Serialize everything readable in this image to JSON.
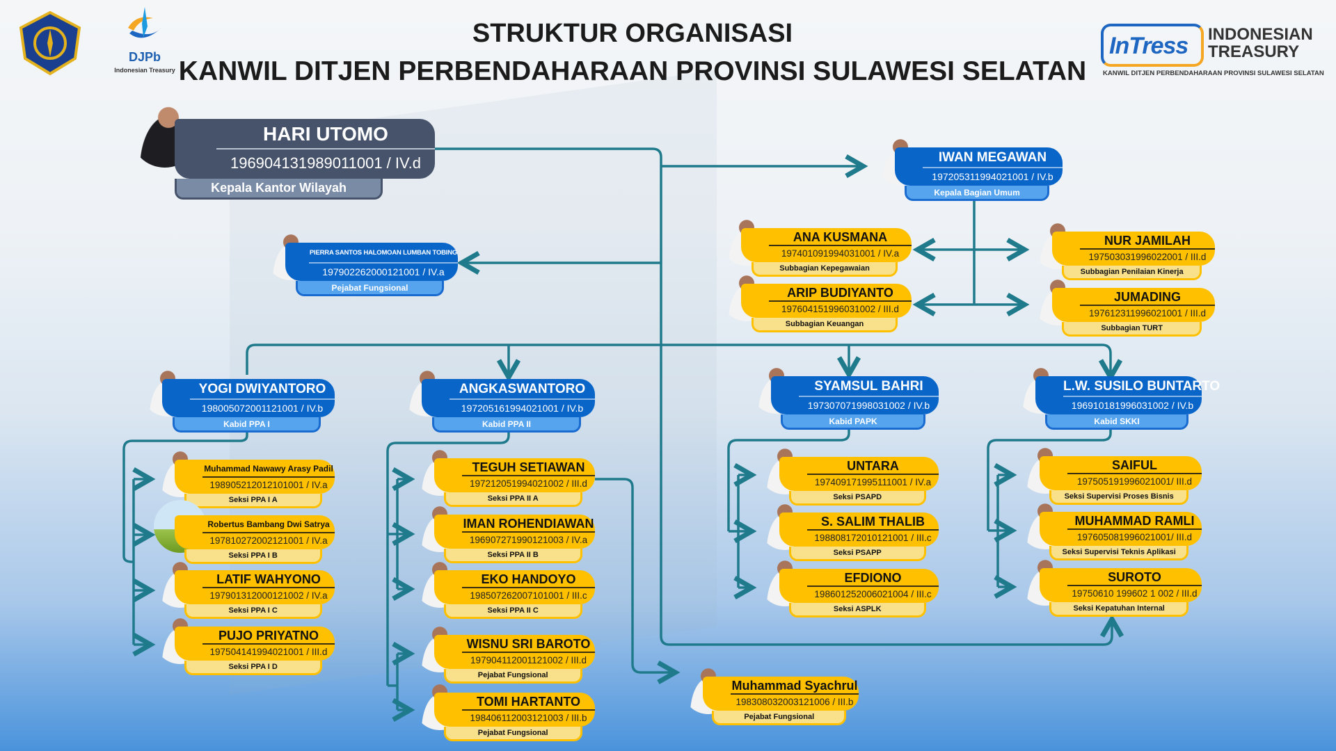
{
  "header": {
    "title_line1": "STRUKTUR ORGANISASI",
    "title_line2": "KANWIL DITJEN PERBENDAHARAAN PROVINSI SULAWESI SELATAN"
  },
  "logos": {
    "djpb_text": "DJPb",
    "djpb_sub": "Indonesian Treasury",
    "intress_text": "InTress",
    "intress_title1": "INDONESIAN",
    "intress_title2": "TREASURY",
    "intress_sub": "KANWIL DITJEN  PERBENDAHARAAN  PROVINSI  SULAWESI SELATAN"
  },
  "colors": {
    "yellow": "#ffc000",
    "blue": "#0a65c9",
    "head": "#46536a",
    "connector": "#1f7a8c"
  },
  "people": [
    {
      "id": "hari",
      "style": "head",
      "name": "HARI UTOMO",
      "nip": "196904131989011001 / IV.d",
      "position": "Kepala Kantor Wilayah"
    },
    {
      "id": "pierra",
      "style": "blue",
      "size": "tiny",
      "name": "PIERRA SANTOS HALOMOAN LUMBAN TOBING",
      "nip": "197902262000121001 / IV.a",
      "position": "Pejabat Fungsional"
    },
    {
      "id": "iwan",
      "style": "blue",
      "name": "IWAN MEGAWAN",
      "nip": "197205311994021001 / IV.b",
      "position": "Kepala Bagian Umum"
    },
    {
      "id": "ana",
      "style": "yellow",
      "name": "ANA KUSMANA",
      "nip": "197401091994031001 / IV.a",
      "position": "Subbagian Kepegawaian"
    },
    {
      "id": "arip",
      "style": "yellow",
      "name": "ARIP BUDIYANTO",
      "nip": "197604151996031002 / III.d",
      "position": "Subbagian Keuangan"
    },
    {
      "id": "nur",
      "style": "yellow",
      "name": "NUR JAMILAH",
      "nip": "197503031996022001 / III.d",
      "position": "Subbagian Penilaian Kinerja"
    },
    {
      "id": "jumading",
      "style": "yellow",
      "name": "JUMADING",
      "nip": "197612311996021001 / III.d",
      "position": "Subbagian TURT"
    },
    {
      "id": "yogi",
      "style": "blue",
      "name": "YOGI DWIYANTORO",
      "nip": "198005072001121001 / IV.b",
      "position": "Kabid PPA I"
    },
    {
      "id": "angka",
      "style": "blue",
      "name": "ANGKASWANTORO",
      "nip": "197205161994021001 / IV.b",
      "position": "Kabid PPA II"
    },
    {
      "id": "syamsul",
      "style": "blue",
      "name": "SYAMSUL BAHRI",
      "nip": "197307071998031002 / IV.b",
      "position": "Kabid PAPK"
    },
    {
      "id": "susilo",
      "style": "blue",
      "name": "L.W. SUSILO BUNTARTO",
      "nip": "196910181996031002 / IV.b",
      "position": "Kabid SKKI"
    },
    {
      "id": "nawawy",
      "style": "yellow",
      "size": "small",
      "name": "Muhammad Nawawy Arasy Padil",
      "nip": "198905212012101001 / IV.a",
      "position": "Seksi PPA I A"
    },
    {
      "id": "robertus",
      "style": "yellow",
      "size": "small",
      "photo": "blank",
      "name": "Robertus Bambang Dwi Satrya",
      "nip": "197810272002121001 / IV.a",
      "position": "Seksi PPA I B"
    },
    {
      "id": "latif",
      "style": "yellow",
      "name": "LATIF WAHYONO",
      "nip": "197901312000121002 / IV.a",
      "position": "Seksi PPA I C"
    },
    {
      "id": "pujo",
      "style": "yellow",
      "name": "PUJO PRIYATNO",
      "nip": "197504141994021001 / III.d",
      "position": "Seksi PPA I D"
    },
    {
      "id": "teguh",
      "style": "yellow",
      "name": "TEGUH SETIAWAN",
      "nip": "197212051994021002 / III.d",
      "position": "Seksi PPA II A"
    },
    {
      "id": "iman",
      "style": "yellow",
      "name": "IMAN ROHENDIAWAN",
      "nip": "196907271990121003 / IV.a",
      "position": "Seksi PPA II B"
    },
    {
      "id": "eko",
      "style": "yellow",
      "name": "EKO HANDOYO",
      "nip": "198507262007101001 / III.c",
      "position": "Seksi PPA II C"
    },
    {
      "id": "wisnu",
      "style": "yellow",
      "name": "WISNU SRI BAROTO",
      "nip": "197904112001121002 / III.d",
      "position": "Pejabat Fungsional"
    },
    {
      "id": "tomi",
      "style": "yellow",
      "name": "TOMI HARTANTO",
      "nip": "198406112003121003 / III.b",
      "position": "Pejabat Fungsional"
    },
    {
      "id": "untara",
      "style": "yellow",
      "name": "UNTARA",
      "nip": "197409171995111001 / IV.a",
      "position": "Seksi PSAPD"
    },
    {
      "id": "salim",
      "style": "yellow",
      "name": "S. SALIM THALIB",
      "nip": "198808172010121001 / III.c",
      "position": "Seksi PSAPP"
    },
    {
      "id": "efdiono",
      "style": "yellow",
      "name": "EFDIONO",
      "nip": "198601252006021004 / III.c",
      "position": "Seksi ASPLK"
    },
    {
      "id": "saiful",
      "style": "yellow",
      "name": "SAIFUL",
      "nip": "197505191996021001/ III.d",
      "position": "Seksi Supervisi Proses Bisnis"
    },
    {
      "id": "ramli",
      "style": "yellow",
      "name": "MUHAMMAD RAMLI",
      "nip": "197605081996021001/ III.d",
      "position": "Seksi Supervisi Teknis Aplikasi"
    },
    {
      "id": "suroto",
      "style": "yellow",
      "name": "SUROTO",
      "nip": "19750610 199602 1 002 / III.d",
      "position": "Seksi Kepatuhan Internal"
    },
    {
      "id": "syachrul",
      "style": "yellow",
      "name": "Muhammad Syachrul",
      "nip": "198308032003121006 / III.b",
      "position": "Pejabat Fungsional"
    }
  ]
}
